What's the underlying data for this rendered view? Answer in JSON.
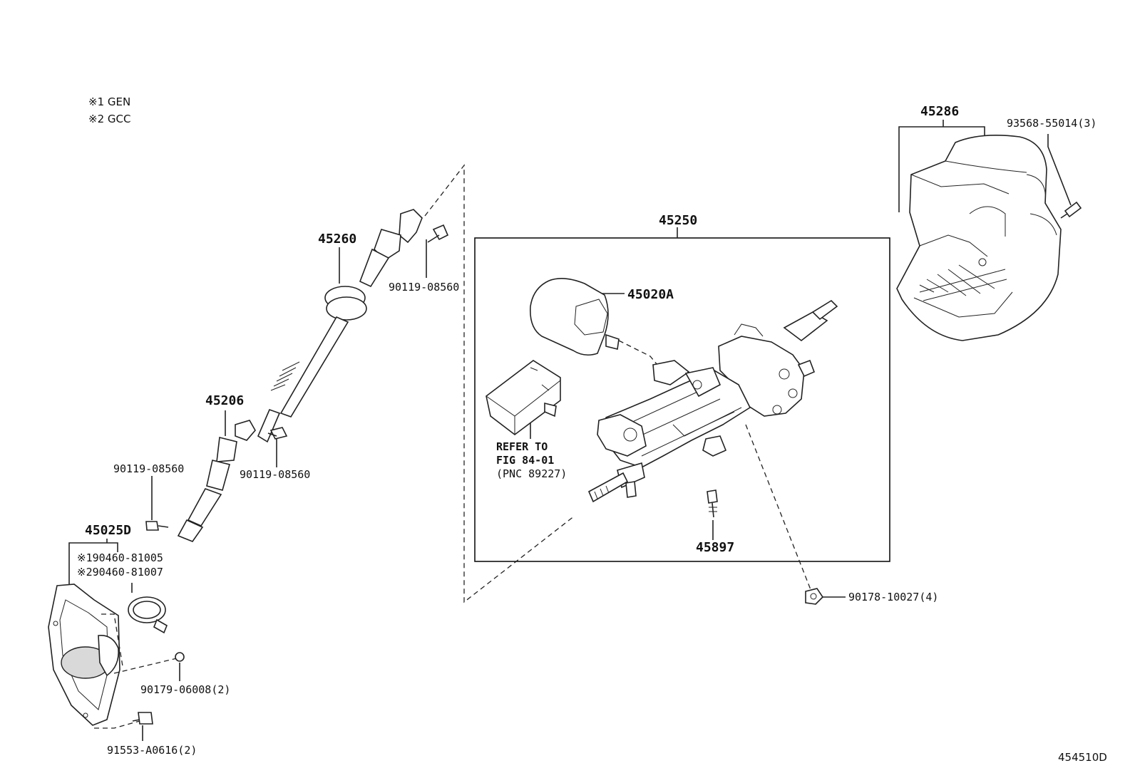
{
  "legend": [
    {
      "mark": "※1",
      "text": "GEN"
    },
    {
      "mark": "※2",
      "text": "GCC"
    }
  ],
  "callouts": {
    "p45286": "45286",
    "p93568": "93568-55014(3)",
    "p45260": "45260",
    "p90119_top": "90119-08560",
    "p45250": "45250",
    "p45020A": "45020A",
    "p45206": "45206",
    "p90119_left": "90119-08560",
    "p90119_mid": "90119-08560",
    "p45025D": "45025D",
    "p90460_gen": "※190460-81005",
    "p90460_gcc": "※290460-81007",
    "p45897": "45897",
    "p90178": "90178-10027(4)",
    "p90179": "90179-06008(2)",
    "p91553": "91553-A0616(2)"
  },
  "reference": {
    "line1": "REFER TO",
    "line2": "FIG 84-01",
    "line3": "(PNC 89227)"
  },
  "figure_id": "454510D"
}
